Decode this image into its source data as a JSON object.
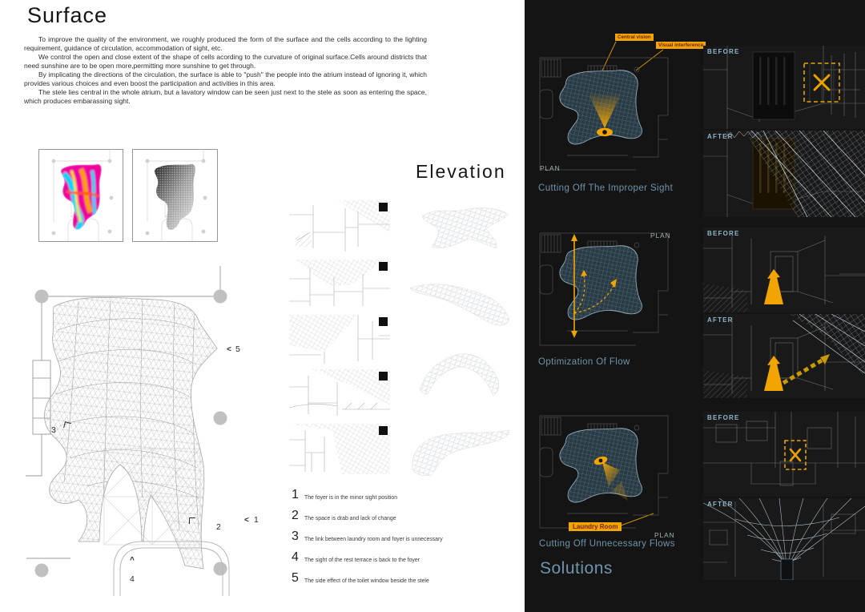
{
  "left": {
    "title": "Surface",
    "paragraphs": {
      "p1": "To improve the quality of the environment, we roughly produced the form of the surface and the cells according to the lighting requirement, guidance of circulation, accommodation of sight, etc.",
      "p2": "We control the open and close extent of the shape of cells acording to the curvature of original surface.Cells around districts that need sunshine are to be open more,permitting more sunshine to get through.",
      "p3": "By implicating the directions of the circulation, the surface is able to \"push\" the people into the atrium instead of ignoring it, which provides various choices and even boost the participation and activities in this area.",
      "p4": "The stele lies central in the whole atrium, but a lavatory window can be seen just next to the stele as soon as entering the space, which produces embarassing sight."
    },
    "elevation_heading": "Elevation",
    "plan_markers": {
      "m1": "1",
      "m2": "2",
      "m3": "3",
      "m4": "4",
      "m5": "5"
    },
    "issues": [
      {
        "num": "1",
        "text": "The foyer is in the minor sight position"
      },
      {
        "num": "2",
        "text": "The space is drab and lack of change"
      },
      {
        "num": "3",
        "text": "The link between laundry room and foyer is unnecessary"
      },
      {
        "num": "4",
        "text": "The sight of the rest terrace is back to the foyer"
      },
      {
        "num": "5",
        "text": "The side effect of the toilet window beside the stele"
      }
    ]
  },
  "right": {
    "section1": {
      "plan_label": "PLAN",
      "title": "Cutting Off The Improper Sight",
      "callout_central": "Central vision",
      "callout_interference": "Visual interference"
    },
    "section2": {
      "plan_label": "PLAN",
      "title": "Optimization Of Flow"
    },
    "section3": {
      "plan_label": "PLAN",
      "title": "Cutting Off Unnecessary Flows",
      "callout_laundry": "Laundry Room"
    },
    "solutions_heading": "Solutions",
    "comparisons": [
      {
        "before_label": "BEFORE",
        "after_label": "AFTER"
      },
      {
        "before_label": "BEFORE",
        "after_label": "AFTER"
      },
      {
        "before_label": "BEFORE",
        "after_label": "AFTER"
      }
    ]
  },
  "icons": {
    "chevron_left": "<",
    "chevron_up": "^",
    "eye_icon": "eye",
    "x_mark": "X"
  },
  "colors": {
    "accent_yellow": "#F0A500",
    "callout_text": "#7A2100",
    "heading_blue": "#6F94AC",
    "plan_label_gray": "#9FB0B8",
    "photo_label_blue": "#8FB6C9",
    "mesh_fill_dark": "#2B3B45",
    "mesh_line_blue": "#9DB8C6",
    "dark_bg": "#141414",
    "photo_bg": "#191919"
  }
}
